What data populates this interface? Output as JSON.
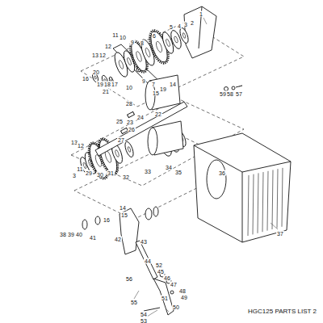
{
  "diagram": {
    "caption": "HGC125 PARTS LIST 2",
    "labels": [
      "1",
      "2",
      "3",
      "4",
      "5",
      "6",
      "11",
      "10",
      "9",
      "8",
      "12",
      "13",
      "12",
      "20",
      "16",
      "19",
      "18",
      "17",
      "21",
      "10",
      "9",
      "7",
      "19",
      "15",
      "14",
      "59",
      "58",
      "57",
      "22",
      "28",
      "24",
      "25",
      "23",
      "26",
      "27",
      "13",
      "12",
      "11",
      "3",
      "29",
      "30",
      "31",
      "32",
      "33",
      "34",
      "35",
      "36",
      "37",
      "14",
      "15",
      "16",
      "38",
      "39",
      "40",
      "41",
      "42",
      "43",
      "44",
      "52",
      "45",
      "46",
      "47",
      "56",
      "48",
      "49",
      "51",
      "50",
      "55",
      "54",
      "53"
    ]
  }
}
